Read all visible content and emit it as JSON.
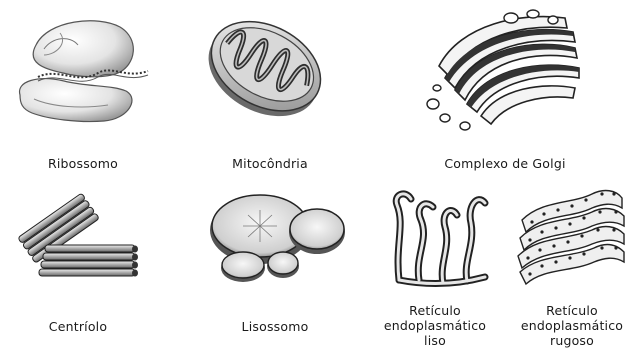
{
  "organelles": [
    {
      "name": "Ribossomo",
      "icon": "ribosome-icon"
    },
    {
      "name": "Mitocôndria",
      "icon": "mitochondrion-icon"
    },
    {
      "name": "Complexo de Golgi",
      "icon": "golgi-complex-icon"
    },
    {
      "name": "Centríolo",
      "icon": "centriole-icon"
    },
    {
      "name": "Lisossomo",
      "icon": "lysosome-icon"
    },
    {
      "name_lines": [
        "Retículo",
        "endoplasmático",
        "liso"
      ],
      "icon": "smooth-er-icon"
    },
    {
      "name_lines": [
        "Retículo",
        "endoplasmático",
        "rugoso"
      ],
      "icon": "rough-er-icon"
    }
  ]
}
